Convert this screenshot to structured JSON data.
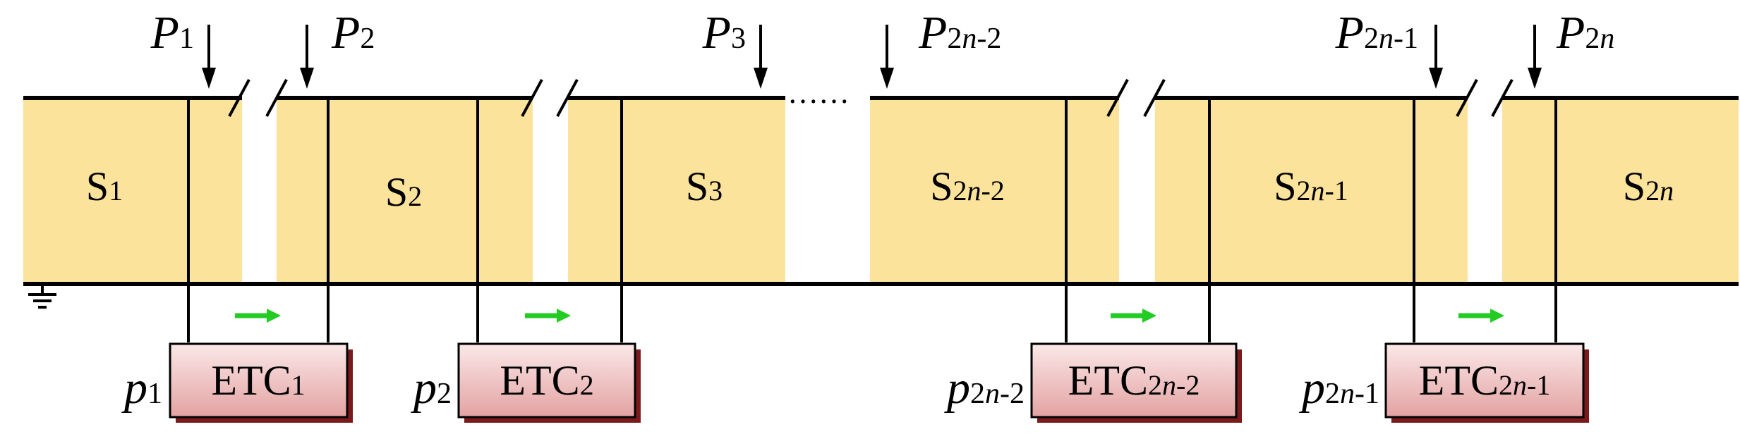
{
  "sections": [
    {
      "base": "S",
      "sub": "1"
    },
    {
      "base": "S",
      "sub": "2"
    },
    {
      "base": "S",
      "sub": "3"
    },
    {
      "base": "S",
      "sub": "2",
      "sub_italic": "n",
      "sub_post": "-2"
    },
    {
      "base": "S",
      "sub": "2",
      "sub_italic": "n",
      "sub_post": "-1"
    },
    {
      "base": "S",
      "sub": "2",
      "sub_italic": "n",
      "sub_post": ""
    }
  ],
  "loads": [
    {
      "base": "P",
      "sub": "1"
    },
    {
      "base": "P",
      "sub": "2"
    },
    {
      "base": "P",
      "sub": "3"
    },
    {
      "base": "P",
      "sub": "2",
      "sub_italic": "n",
      "sub_post": "-2"
    },
    {
      "base": "P",
      "sub": "2",
      "sub_italic": "n",
      "sub_post": "-1"
    },
    {
      "base": "P",
      "sub": "2",
      "sub_italic": "n",
      "sub_post": ""
    }
  ],
  "converters": [
    {
      "base": "ETC",
      "sub": "1",
      "power": {
        "base": "p",
        "sub": "1"
      }
    },
    {
      "base": "ETC",
      "sub": "2",
      "power": {
        "base": "p",
        "sub": "2"
      }
    },
    {
      "base": "ETC",
      "sub": "2",
      "sub_italic": "n",
      "sub_post": "-2",
      "power": {
        "base": "p",
        "sub": "2",
        "sub_italic": "n",
        "sub_post": "-2"
      }
    },
    {
      "base": "ETC",
      "sub": "2",
      "sub_italic": "n",
      "sub_post": "-1",
      "power": {
        "base": "p",
        "sub": "2",
        "sub_italic": "n",
        "sub_post": "-1"
      }
    }
  ],
  "ellipsis": "……",
  "colors": {
    "section_fill": "#FBE39B",
    "arrow_green": "#22CC22",
    "box_top": "#FBE8E8",
    "box_bottom": "#E3A2A2",
    "box_shadow": "#7A1A1A"
  }
}
